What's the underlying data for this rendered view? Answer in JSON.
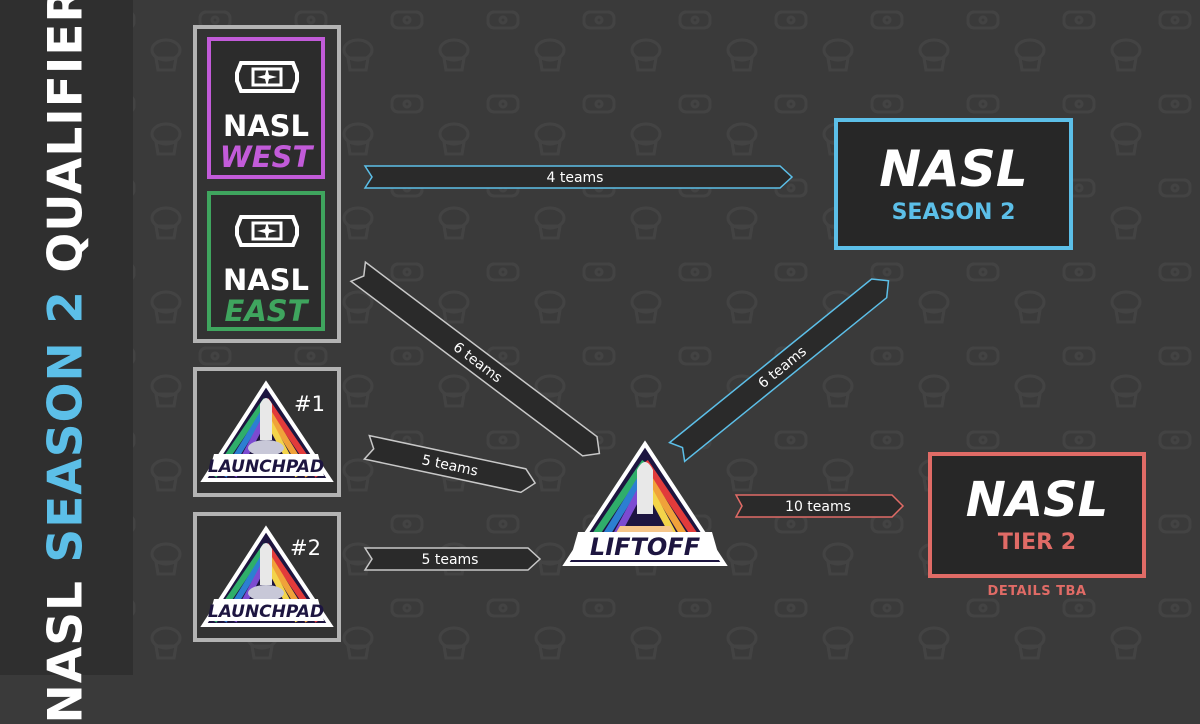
{
  "title": {
    "part1": "NASL ",
    "part2": "SEASON 2",
    "part3": " QUALIFIERS"
  },
  "sources": {
    "west": {
      "line1": "NASL",
      "line2": "WEST",
      "color": "#c25bd9"
    },
    "east": {
      "line1": "NASL",
      "line2": "EAST",
      "color": "#3fa55e"
    },
    "launchpad1": {
      "label": "LAUNCHPAD",
      "number": "#1"
    },
    "launchpad2": {
      "label": "LAUNCHPAD",
      "number": "#2"
    }
  },
  "hub": {
    "label": "LIFTOFF"
  },
  "destinations": {
    "season2": {
      "line1": "NASL",
      "line2": "SEASON 2",
      "color": "#5cbfe8"
    },
    "tier2": {
      "line1": "NASL",
      "line2": "TIER 2",
      "color": "#e06b66",
      "note": "DETAILS TBA"
    }
  },
  "arrows": {
    "west_to_season2": "4 teams",
    "nasl_to_liftoff": "6 teams",
    "liftoff_to_season2": "6 teams",
    "lp1_to_liftoff": "5 teams",
    "lp2_to_liftoff": "5 teams",
    "liftoff_to_tier2": "10 teams"
  },
  "colors": {
    "background": "#3a3a3a",
    "sidebar": "#2f2f2f",
    "arrow_default": "#c8c8c8"
  }
}
